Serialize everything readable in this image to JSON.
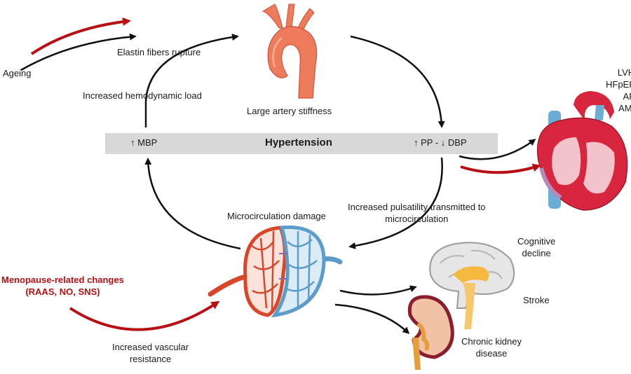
{
  "labels": {
    "ageing": "Ageing",
    "elastin": "Elastin fibers rupture",
    "hemodynamic": "Increased hemodynamic load",
    "artery_stiffness": "Large artery stiffness",
    "microcirculation_damage": "Microcirculation damage",
    "pulsatility": "Increased pulsatility transmitted to\nmicrocirculation",
    "menopause": "Menopause-related changes\n(RAAS, NO, SNS)",
    "resistance": "Increased vascular\nresistance",
    "cognitive": "Cognitive\ndecline",
    "stroke": "Stroke",
    "ckd": "Chronic kidney\ndisease",
    "heart_outcomes": "LVH\nHFpEF\nAF\nAMI"
  },
  "band": {
    "mbp": "↑ MBP",
    "title": "Hypertension",
    "pp_dbp": "↑ PP - ↓ DBP"
  },
  "colors": {
    "accent_red": "#b80f14",
    "band_gray": "#d8d8d8",
    "artery": "#ee7b5c",
    "vein": "#6aaed6",
    "heart_red": "#d7263d"
  }
}
